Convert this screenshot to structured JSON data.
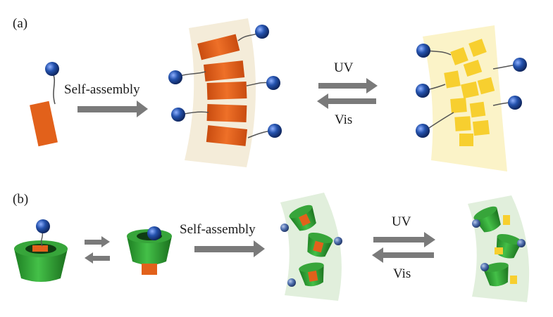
{
  "panels": [
    {
      "label": "(a)"
    },
    {
      "label": "(b)"
    }
  ],
  "text": {
    "self_assembly": "Self-assembly",
    "uv": "UV",
    "vis": "Vis"
  },
  "colors": {
    "blue_ball": "#1f4fa8",
    "orange_block": "#e2611b",
    "yellow_block": "#f7cf2f",
    "green_cup": "#2fa032",
    "arrow_gray": "#7a7a7a",
    "fan_beige": "#f4ecd9",
    "fan_yellow": "#fbf3c8",
    "fan_green": "#e1efdc"
  }
}
